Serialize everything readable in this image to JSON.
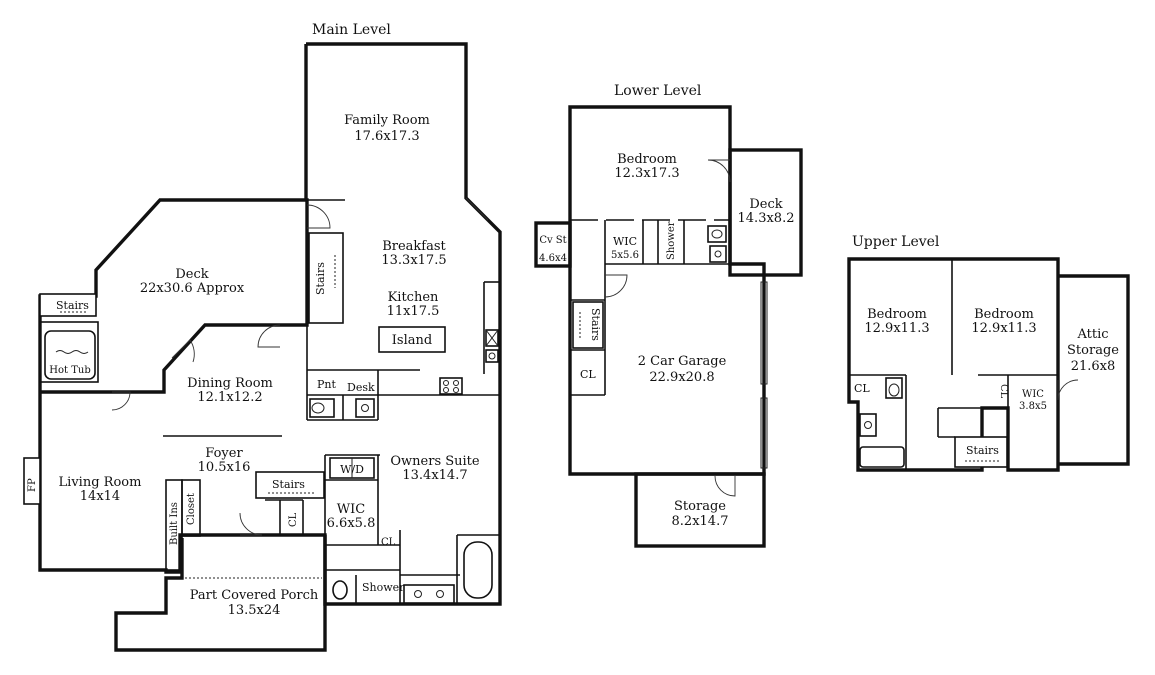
{
  "levels": {
    "main": "Main Level",
    "lower": "Lower Level",
    "upper": "Upper Level"
  },
  "main": {
    "family_room": {
      "name": "Family Room",
      "dim": "17.6x17.3"
    },
    "breakfast": {
      "name": "Breakfast",
      "dim": "13.3x17.5"
    },
    "kitchen": {
      "name": "Kitchen",
      "dim": "11x17.5"
    },
    "island": "Island",
    "deck": {
      "name": "Deck",
      "dim": "22x30.6 Approx"
    },
    "stairs_deck": "Stairs",
    "stairs_up": "Stairs",
    "hot_tub": "Hot Tub",
    "dining": {
      "name": "Dining Room",
      "dim": "12.1x12.2"
    },
    "pnt": "Pnt",
    "desk": "Desk",
    "foyer": {
      "name": "Foyer",
      "dim": "10.5x16"
    },
    "living": {
      "name": "Living Room",
      "dim": "14x14"
    },
    "fp": "FP",
    "built_ins": "Built Ins",
    "closet": "Closet",
    "cl_foyer": "CL",
    "stairs_foyer": "Stairs",
    "wd": "W/D",
    "owners_suite": {
      "name": "Owners Suite",
      "dim": "13.4x14.7"
    },
    "wic": {
      "name": "WIC",
      "dim": "6.6x5.8"
    },
    "cl_wic": "CL",
    "shower": "Shower",
    "porch": {
      "name": "Part Covered Porch",
      "dim": "13.5x24"
    }
  },
  "lower": {
    "bedroom": {
      "name": "Bedroom",
      "dim": "12.3x17.3"
    },
    "deck": {
      "name": "Deck",
      "dim": "14.3x8.2"
    },
    "cv_st": {
      "name": "Cv St",
      "dim": "4.6x4"
    },
    "wic": {
      "name": "WIC",
      "dim": "5x5.6"
    },
    "shower": "Shower",
    "stairs": "Stairs",
    "cl": "CL",
    "garage": {
      "name": "2 Car Garage",
      "dim": "22.9x20.8"
    },
    "storage": {
      "name": "Storage",
      "dim": "8.2x14.7"
    }
  },
  "upper": {
    "bedroom_1": {
      "name": "Bedroom",
      "dim": "12.9x11.3"
    },
    "bedroom_2": {
      "name": "Bedroom",
      "dim": "12.9x11.3"
    },
    "attic": {
      "name1": "Attic",
      "name2": "Storage",
      "dim": "21.6x8"
    },
    "cl_1": "CL",
    "cl_2": "CL",
    "wic": {
      "name": "WIC",
      "dim": "3.8x5"
    },
    "stairs": "Stairs"
  }
}
